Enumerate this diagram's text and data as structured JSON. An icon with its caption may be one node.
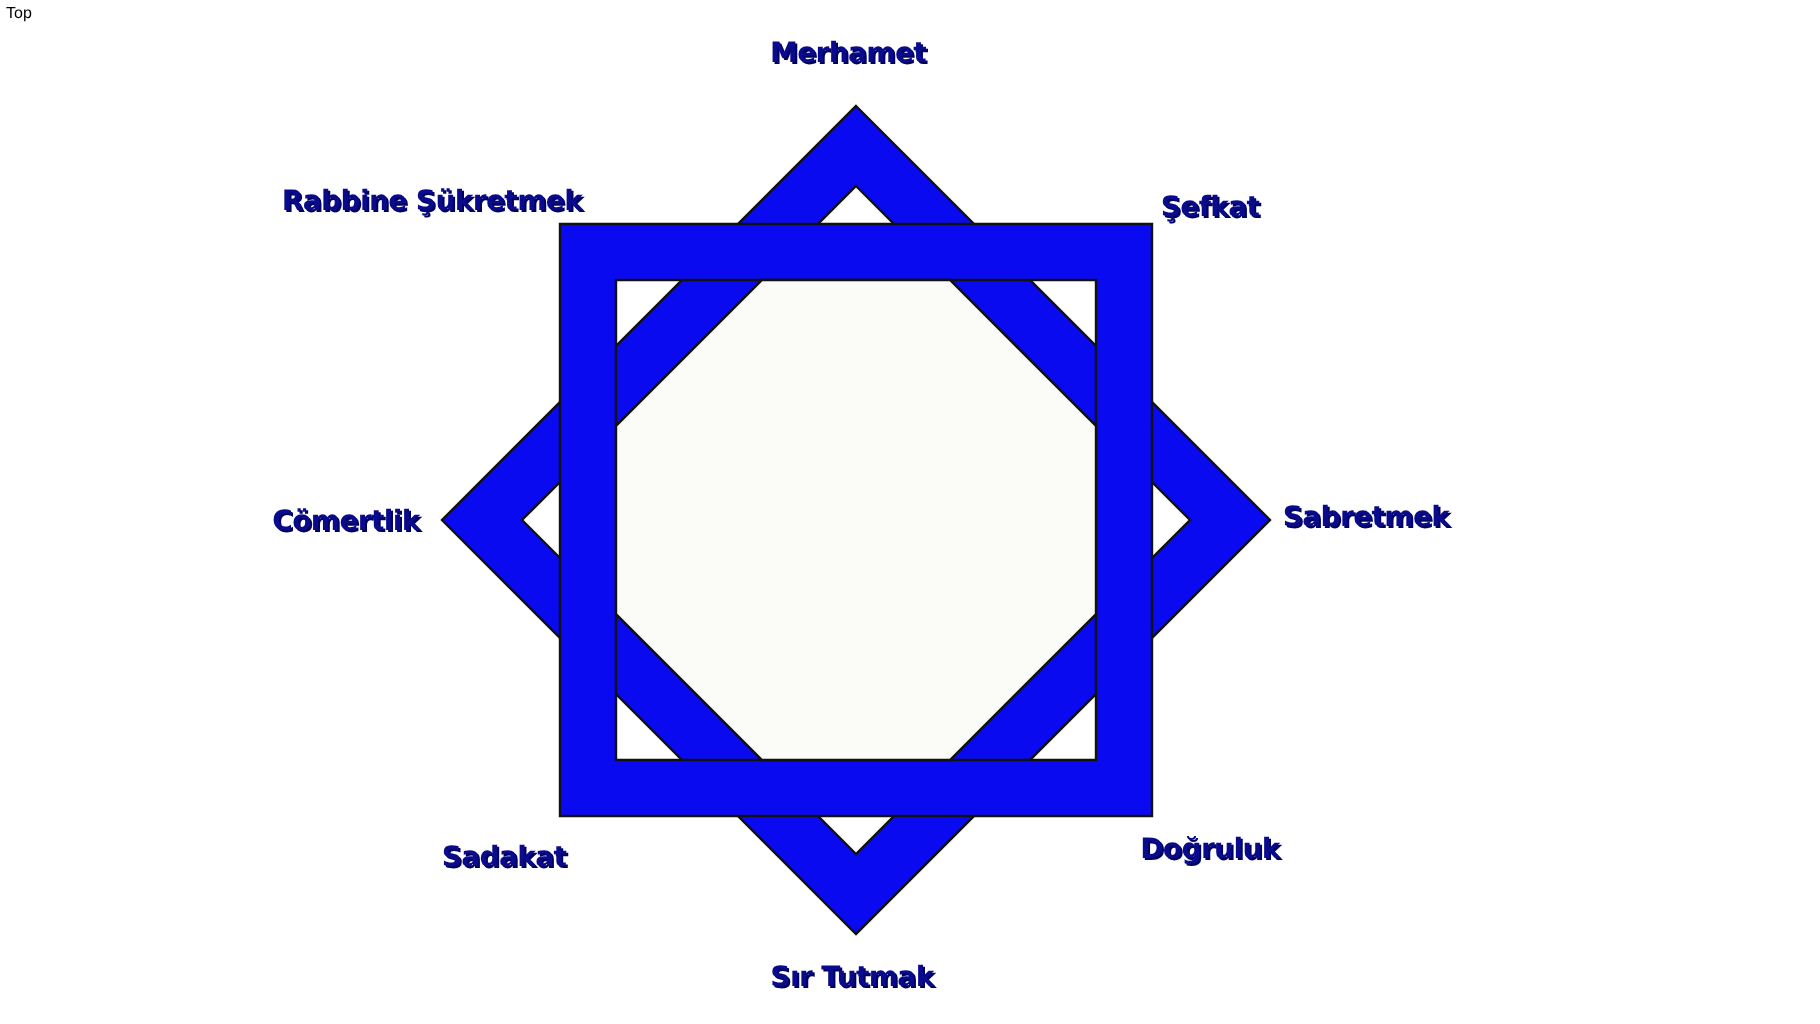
{
  "diagram": {
    "labels": [
      "Top",
      "Merhamet",
      "Rabbine Şükretmek",
      "Şefkat",
      "Cömertlik",
      "Sabretmek",
      "Sadakat",
      "Doğruluk",
      "Sır Tutmak"
    ]
  }
}
